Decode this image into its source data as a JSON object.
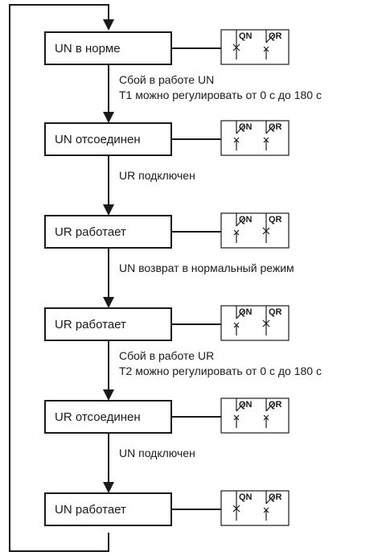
{
  "states": [
    {
      "label": "UN в норме",
      "qn": "closed",
      "qr": "open"
    },
    {
      "label": "UN отсоединен",
      "qn": "open",
      "qr": "open"
    },
    {
      "label": "UR работает",
      "qn": "open",
      "qr": "closed"
    },
    {
      "label": "UR работает",
      "qn": "open",
      "qr": "closed"
    },
    {
      "label": "UR отсоединен",
      "qn": "open",
      "qr": "open"
    },
    {
      "label": "UN работает",
      "qn": "closed",
      "qr": "open"
    }
  ],
  "transitions": [
    {
      "lines": [
        "Сбой в работе UN",
        "T1 можно регулировать от 0 с до 180 с"
      ]
    },
    {
      "lines": [
        "UR подключен"
      ]
    },
    {
      "lines": [
        "UN возврат в нормальный режим"
      ]
    },
    {
      "lines": [
        "Сбой в работе UR",
        "T2 можно регулировать от 0 с до 180 с"
      ]
    },
    {
      "lines": [
        "UN подключен"
      ]
    }
  ],
  "switch_labels": {
    "qn": "QN",
    "qr": "QR"
  }
}
